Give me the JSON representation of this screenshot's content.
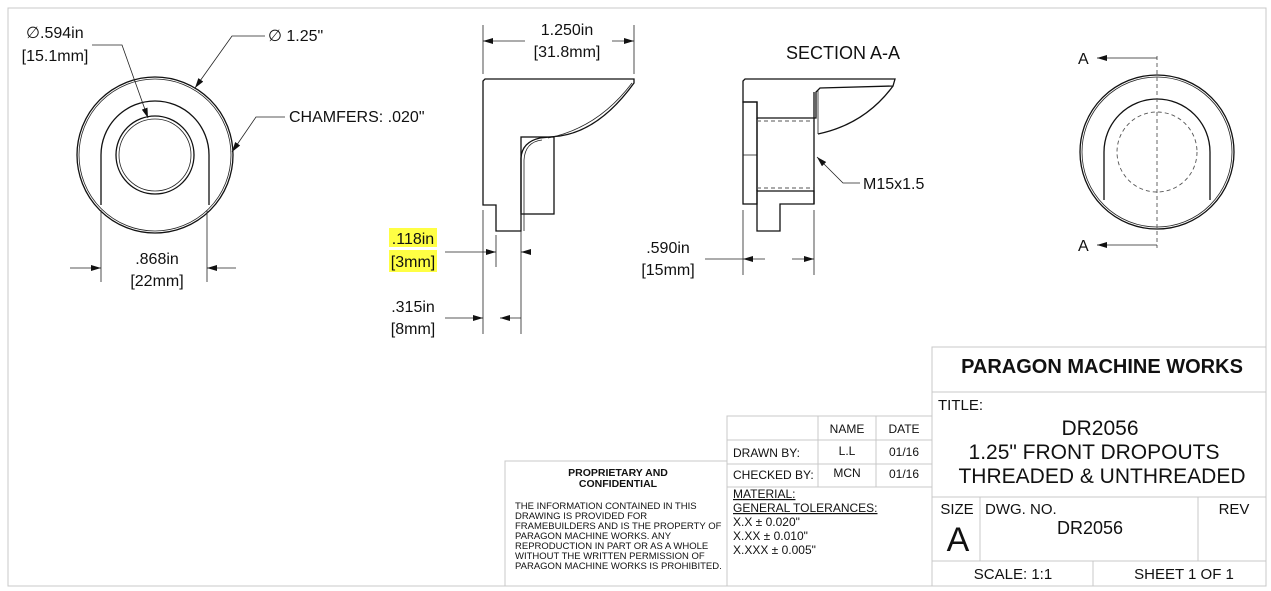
{
  "views": {
    "front": {
      "inner_dia": ".594in",
      "inner_dia_mm": "[15.1mm]",
      "outer_dia": "∅ 1.25\"",
      "inner_prefix": "∅",
      "chamfers": "CHAMFERS: .020\"",
      "slot_width": ".868in",
      "slot_width_mm": "[22mm]"
    },
    "side": {
      "length": "1.250in",
      "length_mm": "[31.8mm]",
      "step": ".118in",
      "step_mm": "[3mm]",
      "tab": ".315in",
      "tab_mm": "[8mm]",
      "highlight_color": "#ffff44"
    },
    "section": {
      "title": "SECTION A-A",
      "thread": "M15x1.5",
      "depth": ".590in",
      "depth_mm": "[15mm]"
    },
    "right": {
      "cut_label_top": "A",
      "cut_label_bottom": "A"
    }
  },
  "title_block": {
    "company": "PARAGON MACHINE WORKS",
    "title_label": "TITLE:",
    "title_lines": [
      "DR2056",
      "1.25\" FRONT DROPOUTS",
      "THREADED & UNTHREADED"
    ],
    "size_label": "SIZE",
    "size": "A",
    "dwg_no_label": "DWG.  NO.",
    "dwg_no": "DR2056",
    "rev_label": "REV",
    "scale": "SCALE: 1:1",
    "sheet": "SHEET 1 OF 1"
  },
  "approvals": {
    "headers": [
      "NAME",
      "DATE"
    ],
    "rows": [
      {
        "label": "DRAWN BY:",
        "name": "L.L",
        "date": "01/16"
      },
      {
        "label": "CHECKED BY:",
        "name": "MCN",
        "date": "01/16"
      }
    ],
    "material": "MATERIAL:",
    "tolerances_label": "GENERAL TOLERANCES:",
    "tolerances": [
      "X.X ± 0.020\"",
      "X.XX ± 0.010\"",
      "X.XXX ± 0.005\""
    ]
  },
  "proprietary": {
    "heading": [
      "PROPRIETARY AND",
      "CONFIDENTIAL"
    ],
    "body": [
      "THE INFORMATION CONTAINED IN THIS",
      "DRAWING IS PROVIDED FOR",
      "FRAMEBUILDERS AND IS THE PROPERTY OF",
      "PARAGON MACHINE WORKS. ANY",
      "REPRODUCTION IN PART OR AS A WHOLE",
      "WITHOUT THE WRITTEN PERMISSION OF",
      "PARAGON MACHINE WORKS IS PROHIBITED."
    ]
  }
}
